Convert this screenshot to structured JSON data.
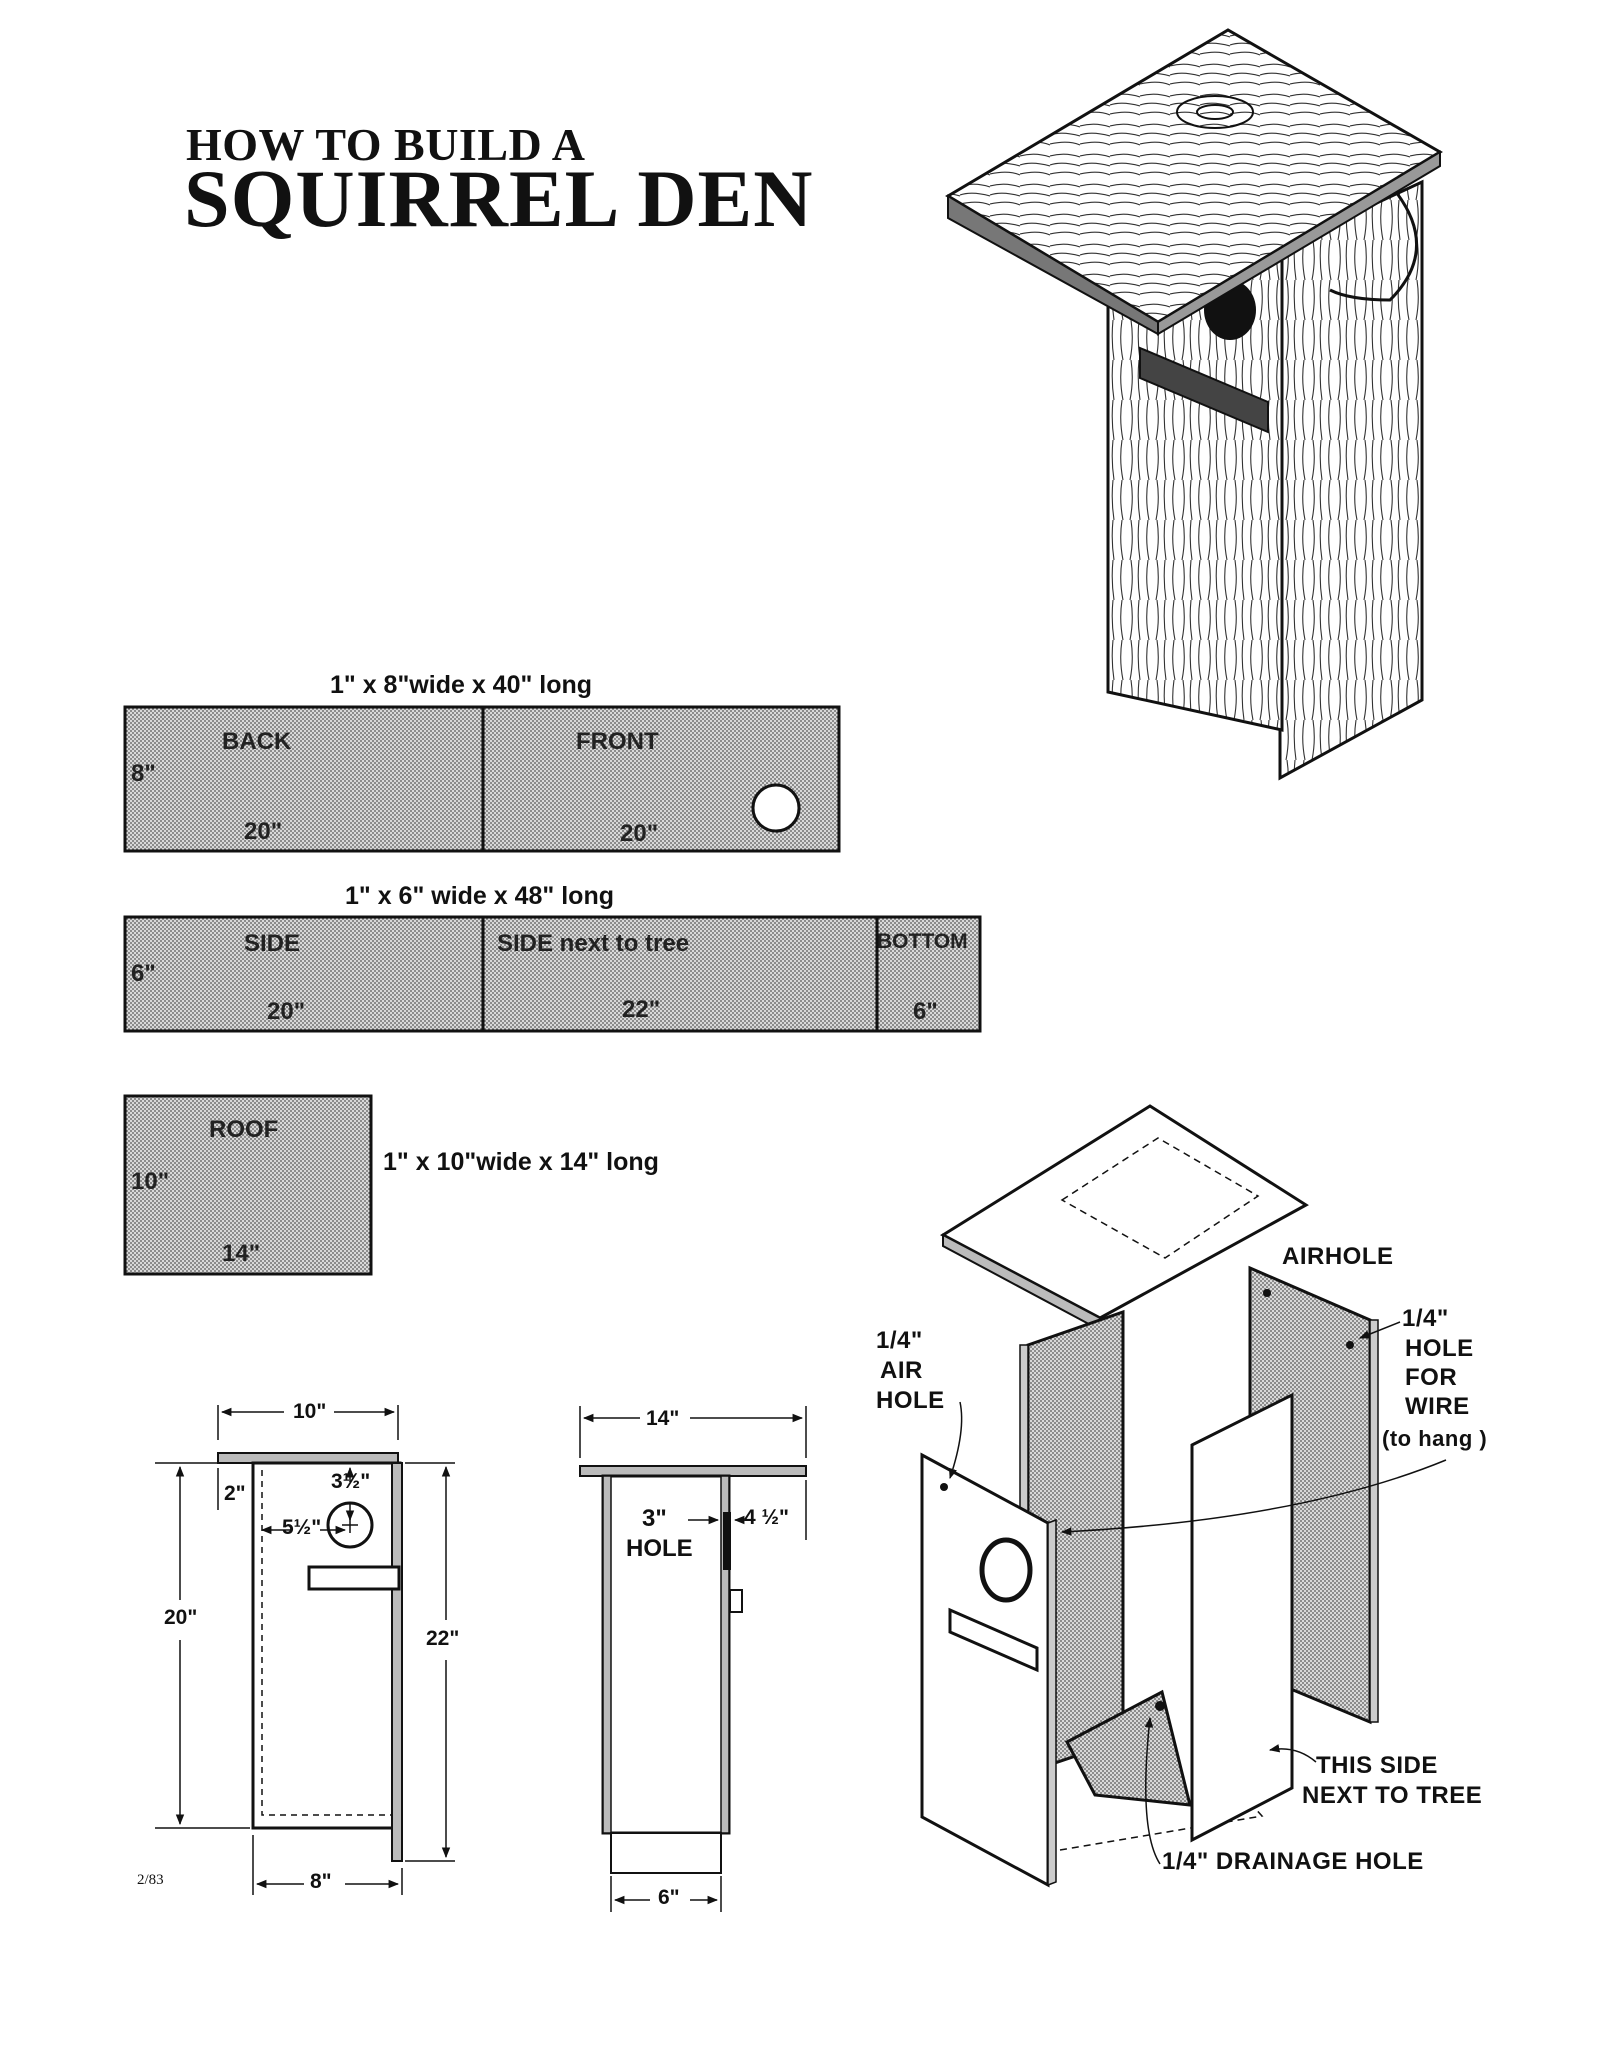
{
  "title": {
    "kicker": "HOW TO BUILD A",
    "main": "SQUIRREL DEN"
  },
  "boards": {
    "board1": {
      "spec": "1\" x 8\"wide  x  40\" long",
      "width_label": "8\"",
      "back": {
        "name": "BACK",
        "length": "20\""
      },
      "front": {
        "name": "FRONT",
        "length": "20\""
      }
    },
    "board2": {
      "spec": "1\" x 6\" wide x  48\" long",
      "width_label": "6\"",
      "side": {
        "name": "SIDE",
        "length": "20\""
      },
      "side_tree": {
        "name": "SIDE  next  to tree",
        "length": "22\""
      },
      "bottom": {
        "name": "BOTTOM",
        "length": "6\""
      }
    },
    "board3": {
      "spec": "1\" x 10\"wide x 14\" long",
      "width_label": "10\"",
      "roof": {
        "name": "ROOF",
        "length": "14\""
      }
    }
  },
  "front_view": {
    "top_width": "10\"",
    "left_offset": "2\"",
    "hole_from_top": "3½\"",
    "hole_from_side": "5½\"",
    "front_height": "20\"",
    "back_height": "22\"",
    "bottom_width": "8\""
  },
  "side_view": {
    "roof_length": "14\"",
    "hole_label": "3\"",
    "hole_word": "HOLE",
    "overhang": "4 ½\"",
    "bottom_width": "6\""
  },
  "exploded_view": {
    "airhole": "AIRHOLE",
    "air_hole_left": [
      "1/4\"",
      "AIR",
      "HOLE"
    ],
    "wire_hole": [
      "1/4\"",
      "HOLE",
      "FOR",
      "WIRE",
      "(to hang )"
    ],
    "tree_side": [
      "THIS SIDE",
      "NEXT  TO TREE"
    ],
    "drainage": "1/4\"  DRAINAGE  HOLE"
  },
  "doc_code": "2/83"
}
